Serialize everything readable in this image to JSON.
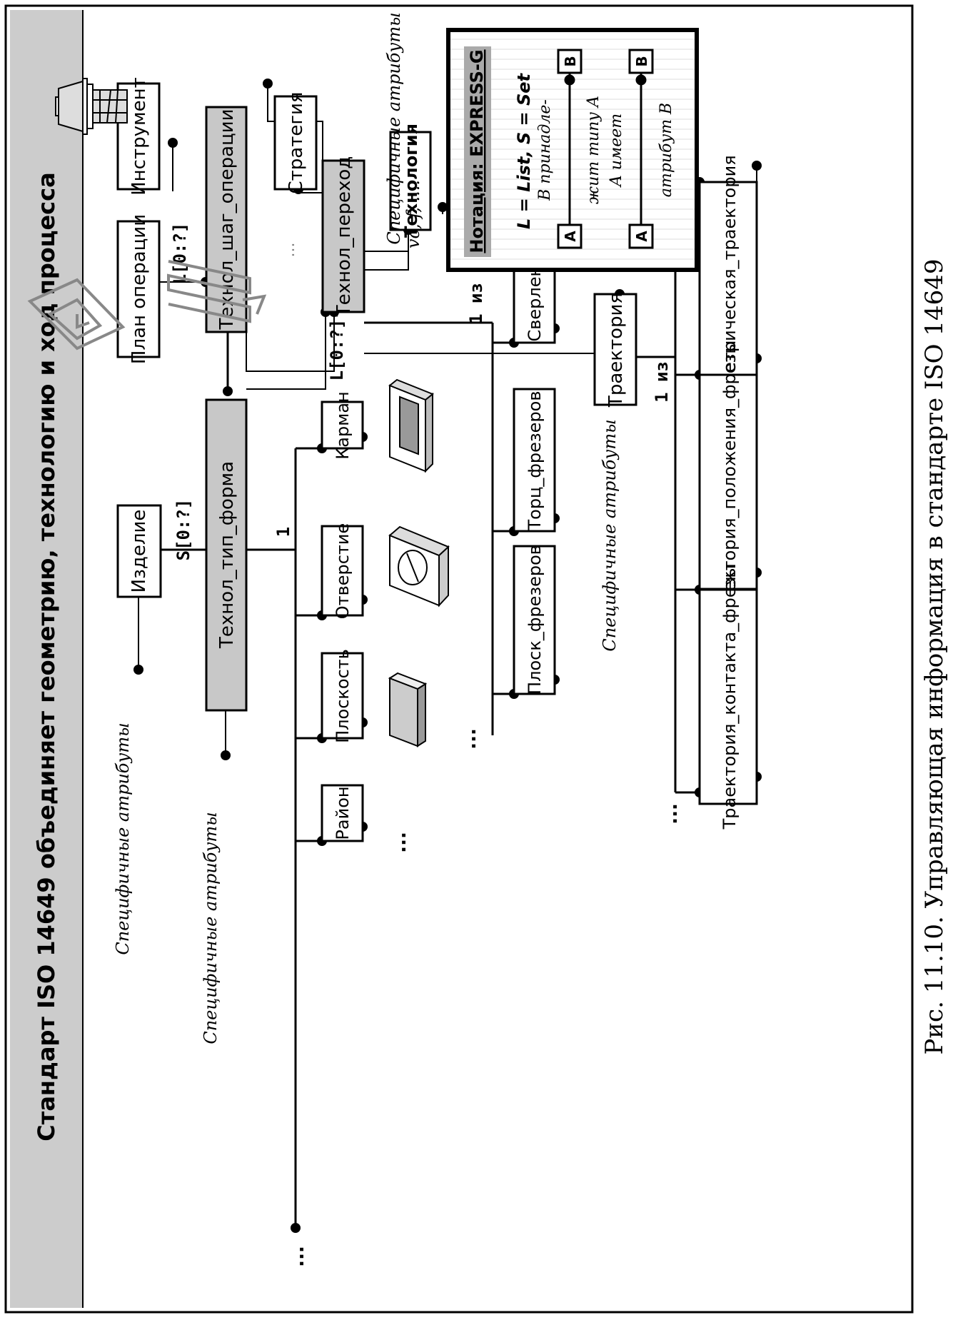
{
  "title": "Стандарт ISO 14649 объединяет геометрию, технологию и ход процесса",
  "caption": "Рис. 11.10. Управляющая информация в стандарте ISO 14649",
  "entities": {
    "izdelie": "Изделие",
    "tekhnol_tip_forma": "Технол_тип_форма",
    "plan_operatsii": "План операции",
    "tekhnol_shag_operatsii": "Технол_шаг_операции",
    "tekhnol_perekhod": "Технол_переход",
    "instrument": "Инструмент",
    "strategiya": "Стратегия",
    "tekhnologiya": "Технология",
    "raion": "Район",
    "ploskost": "Плоскость",
    "otverstie": "Отверстие",
    "karman": "Карман",
    "plosk_frezerov": "Плоск_фрезеров",
    "torts_frezerov": "Торц_фрезеров",
    "sverlenie": "Сверление",
    "traektoriya": "Траектория",
    "traektoriya_kontakta_frezy": "Траектория_контакта_фрезы",
    "traektoriya_polozheniya_frezy": "Траектория_положения_фрезы",
    "parametricheskaya_traektoriya": "Параметрическая_траектория"
  },
  "labels": {
    "specific_attributes": "Специфичные атрибуты",
    "specific_attributes_tech": "Специфичные атрибуты",
    "tech_params": "vc, f, ....",
    "card_s": "S[0:?]",
    "card_l_plan": "L[0:?]",
    "card_l_step": "L[0:?]",
    "one": "1",
    "one_of_ops": "1 из",
    "one_of_traj": "1 из",
    "ellipsis": "...",
    "ellipsis_dots": "..."
  },
  "legend": {
    "title": "Нотация: EXPRESS-G",
    "list_set": "L = List, S = Set",
    "box_a": "A",
    "box_b": "B",
    "belongs_line1": "B принадле-",
    "belongs_line2": "жит типу A",
    "has_attr_line1": "A имеет",
    "has_attr_line2": "атрибут B"
  },
  "colors": {
    "entity_fill": "#ffffff",
    "highlight_fill": "#c8c8c8",
    "title_fill": "#cccccc",
    "line": "#000000",
    "sketch": "#888888"
  }
}
